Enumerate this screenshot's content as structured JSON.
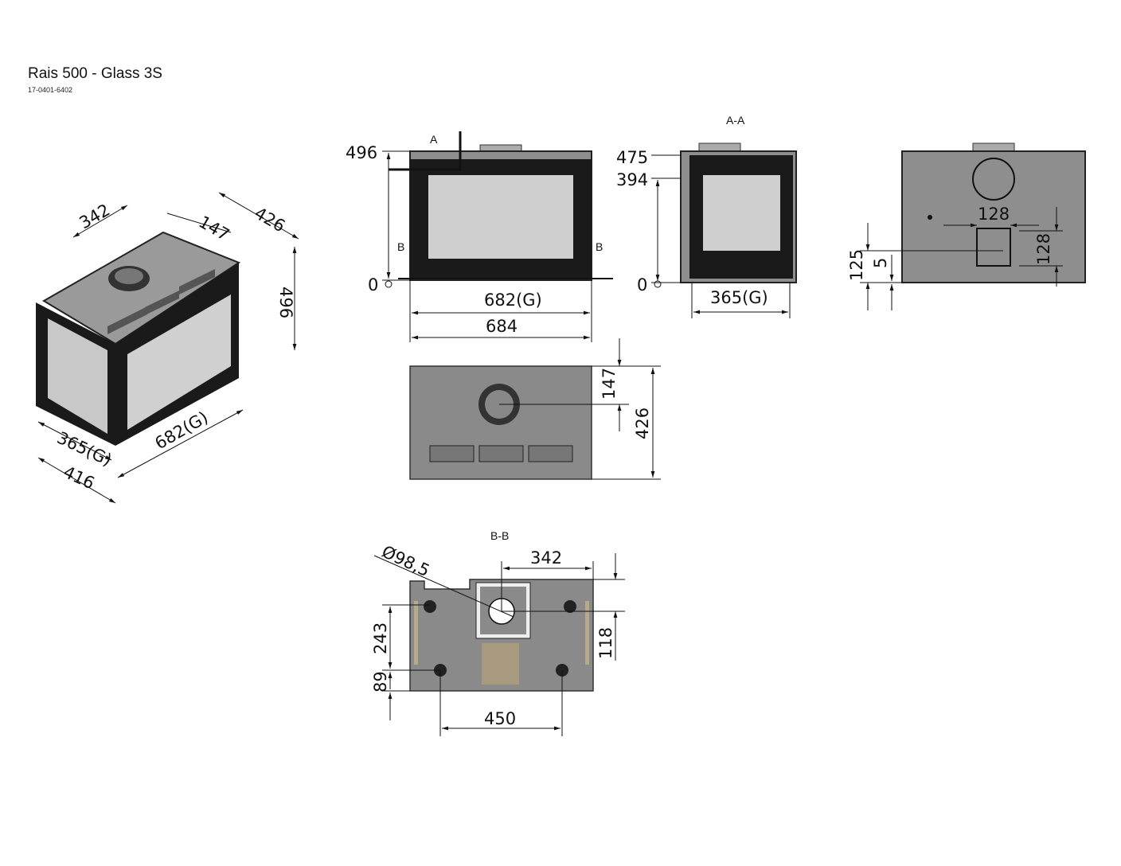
{
  "header": {
    "title": "Rais 500 - Glass 3S",
    "code": "17-0401-6402"
  },
  "iso_view": {
    "d342": "342",
    "d147": "147",
    "d426": "426",
    "d496": "496",
    "d365g": "365(G)",
    "d682g": "682(G)",
    "d416": "416"
  },
  "front_view": {
    "section_a": "A",
    "section_b_left": "B",
    "section_b_right": "B",
    "h496": "496",
    "zero": "0",
    "w682g": "682(G)",
    "w684": "684"
  },
  "side_view": {
    "title": "A-A",
    "h475": "475",
    "h394": "394",
    "zero": "0",
    "w365g": "365(G)"
  },
  "back_view": {
    "w128": "128",
    "h128": "128",
    "h125": "125",
    "h5": "5"
  },
  "top_view": {
    "d147": "147",
    "d426": "426"
  },
  "section_bb": {
    "title": "B-B",
    "diameter": "Ø98,5",
    "d342": "342",
    "d243": "243",
    "d89": "89",
    "d118": "118",
    "d450": "450"
  }
}
